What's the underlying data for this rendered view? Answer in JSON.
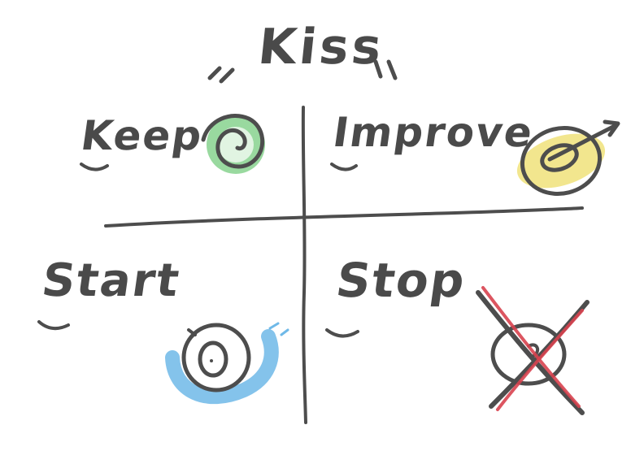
{
  "title": "Kiss",
  "quadrants": {
    "keep": "Keep",
    "improve": "Improve",
    "start": "Start",
    "stop": "Stop"
  },
  "colors": {
    "ink": "#4d4d4d",
    "keep": "#7fcf87",
    "improve": "#f0e27a",
    "start": "#6fb9e8",
    "stop": "#d8424f"
  },
  "icons": {
    "keep": "spiral-icon",
    "improve": "target-arrow-icon",
    "start": "target-icon",
    "stop": "crossed-out-icon"
  }
}
